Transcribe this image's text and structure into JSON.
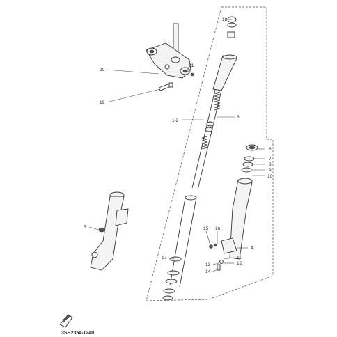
{
  "diagram_code": "3SH2354-1240",
  "callouts": {
    "c1_2": "1-2",
    "c3": "3",
    "c4": "4",
    "c5": "5",
    "c6": "6",
    "c7": "7",
    "c8": "8",
    "c9": "9",
    "c10": "10",
    "c11": "11",
    "c12": "12",
    "c13": "13",
    "c14": "14",
    "c15": "15",
    "c16": "16",
    "c17": "17",
    "c18": "18",
    "c19": "19",
    "c20": "20",
    "c21": "21"
  }
}
